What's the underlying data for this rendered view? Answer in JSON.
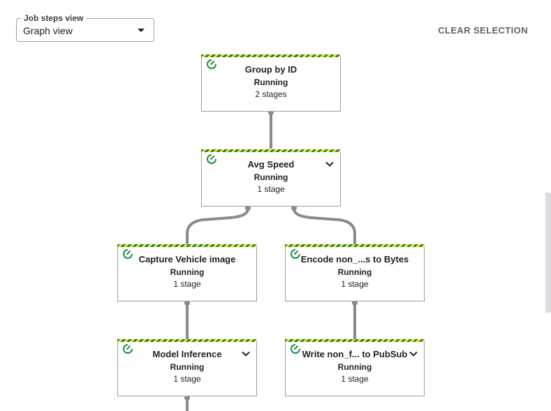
{
  "toolbar": {
    "view_selector": {
      "label": "Job steps view",
      "value": "Graph view"
    },
    "clear_selection": "CLEAR SELECTION"
  },
  "colors": {
    "running_icon": "#1e8e3e",
    "stripe_dark": "#2e7d32",
    "stripe_light": "#e2ef3c",
    "edge": "#8a8a8a"
  },
  "graph": {
    "nodes": [
      {
        "title": "Group by ID",
        "status": "Running",
        "stages": "2 stages",
        "icon": "running-icon",
        "expandable": false
      },
      {
        "title": "Avg Speed",
        "status": "Running",
        "stages": "1 stage",
        "icon": "running-icon",
        "expandable": true
      },
      {
        "title": "Capture Vehicle image",
        "status": "Running",
        "stages": "1 stage",
        "icon": "running-icon",
        "expandable": false
      },
      {
        "title": "Encode non_...s to Bytes",
        "status": "Running",
        "stages": "1 stage",
        "icon": "running-icon",
        "expandable": false
      },
      {
        "title": "Model Inference",
        "status": "Running",
        "stages": "1 stage",
        "icon": "running-icon",
        "expandable": true
      },
      {
        "title": "Write non_f... to PubSub",
        "status": "Running",
        "stages": "1 stage",
        "icon": "running-icon",
        "expandable": true
      }
    ]
  }
}
